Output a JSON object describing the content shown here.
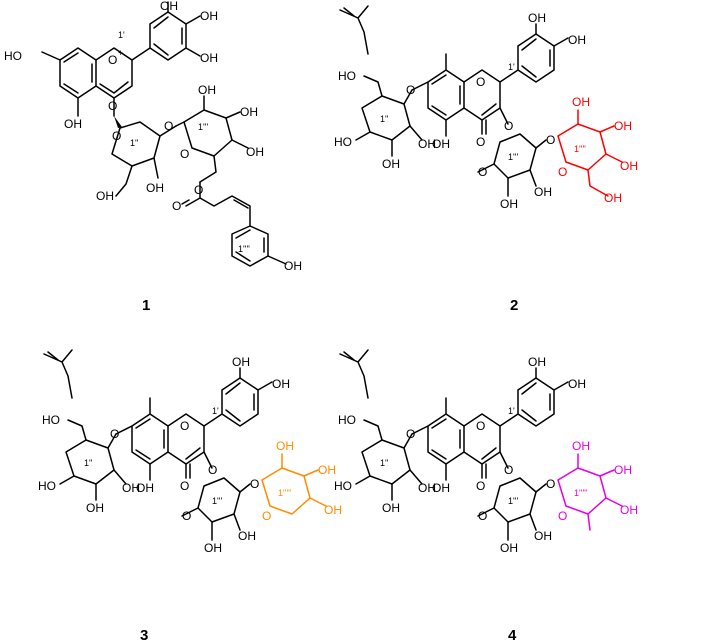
{
  "colors": {
    "ink": "#000000",
    "compound2_sugar": "#ff0000",
    "compound3_sugar": "#ff8c00",
    "compound4_sugar": "#e600e6"
  },
  "atoms": {
    "oh": "OH",
    "ho": "HO",
    "o": "O",
    "o_plus": "O",
    "plus": "+"
  },
  "positions": {
    "p1prime": "1'",
    "p1dprime": "1''",
    "p1tprime": "1'''",
    "p1qprime": "1''''",
    "p1pprime": "1'''''"
  },
  "compounds": [
    {
      "number": "1"
    },
    {
      "number": "2"
    },
    {
      "number": "3"
    },
    {
      "number": "4"
    }
  ]
}
